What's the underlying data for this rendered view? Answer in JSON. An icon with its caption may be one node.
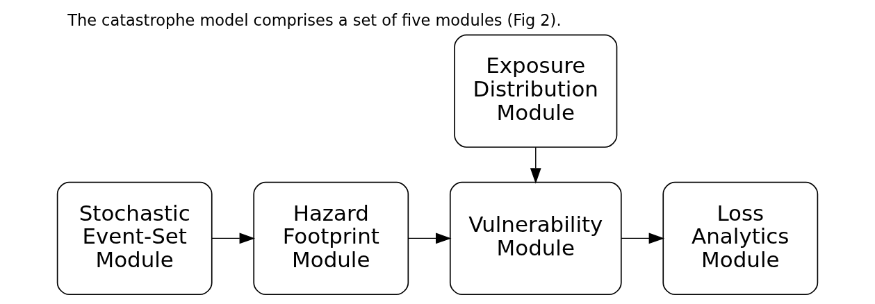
{
  "diagram": {
    "title": "The catastrophe model comprises a set of five modules (Fig 2).",
    "nodes": [
      {
        "text": [
          "Stochastic Event-Set Module"
        ]
      },
      {
        "text": [
          "Hazard Footprint Module"
        ]
      },
      {
        "text": [
          "Vulnerability Module"
        ]
      },
      {
        "text": [
          "Loss Analytics Module"
        ]
      },
      {
        "text": [
          "Exposure Distribution Module"
        ]
      }
    ],
    "edges": [
      {
        "from": 0,
        "to": 1,
        "arrow": "to"
      },
      {
        "from": 1,
        "to": 2,
        "arrow": "to"
      },
      {
        "from": 2,
        "to": 3,
        "arrow": "to"
      },
      {
        "from": 4,
        "to": 2,
        "arrow": "to"
      }
    ]
  }
}
